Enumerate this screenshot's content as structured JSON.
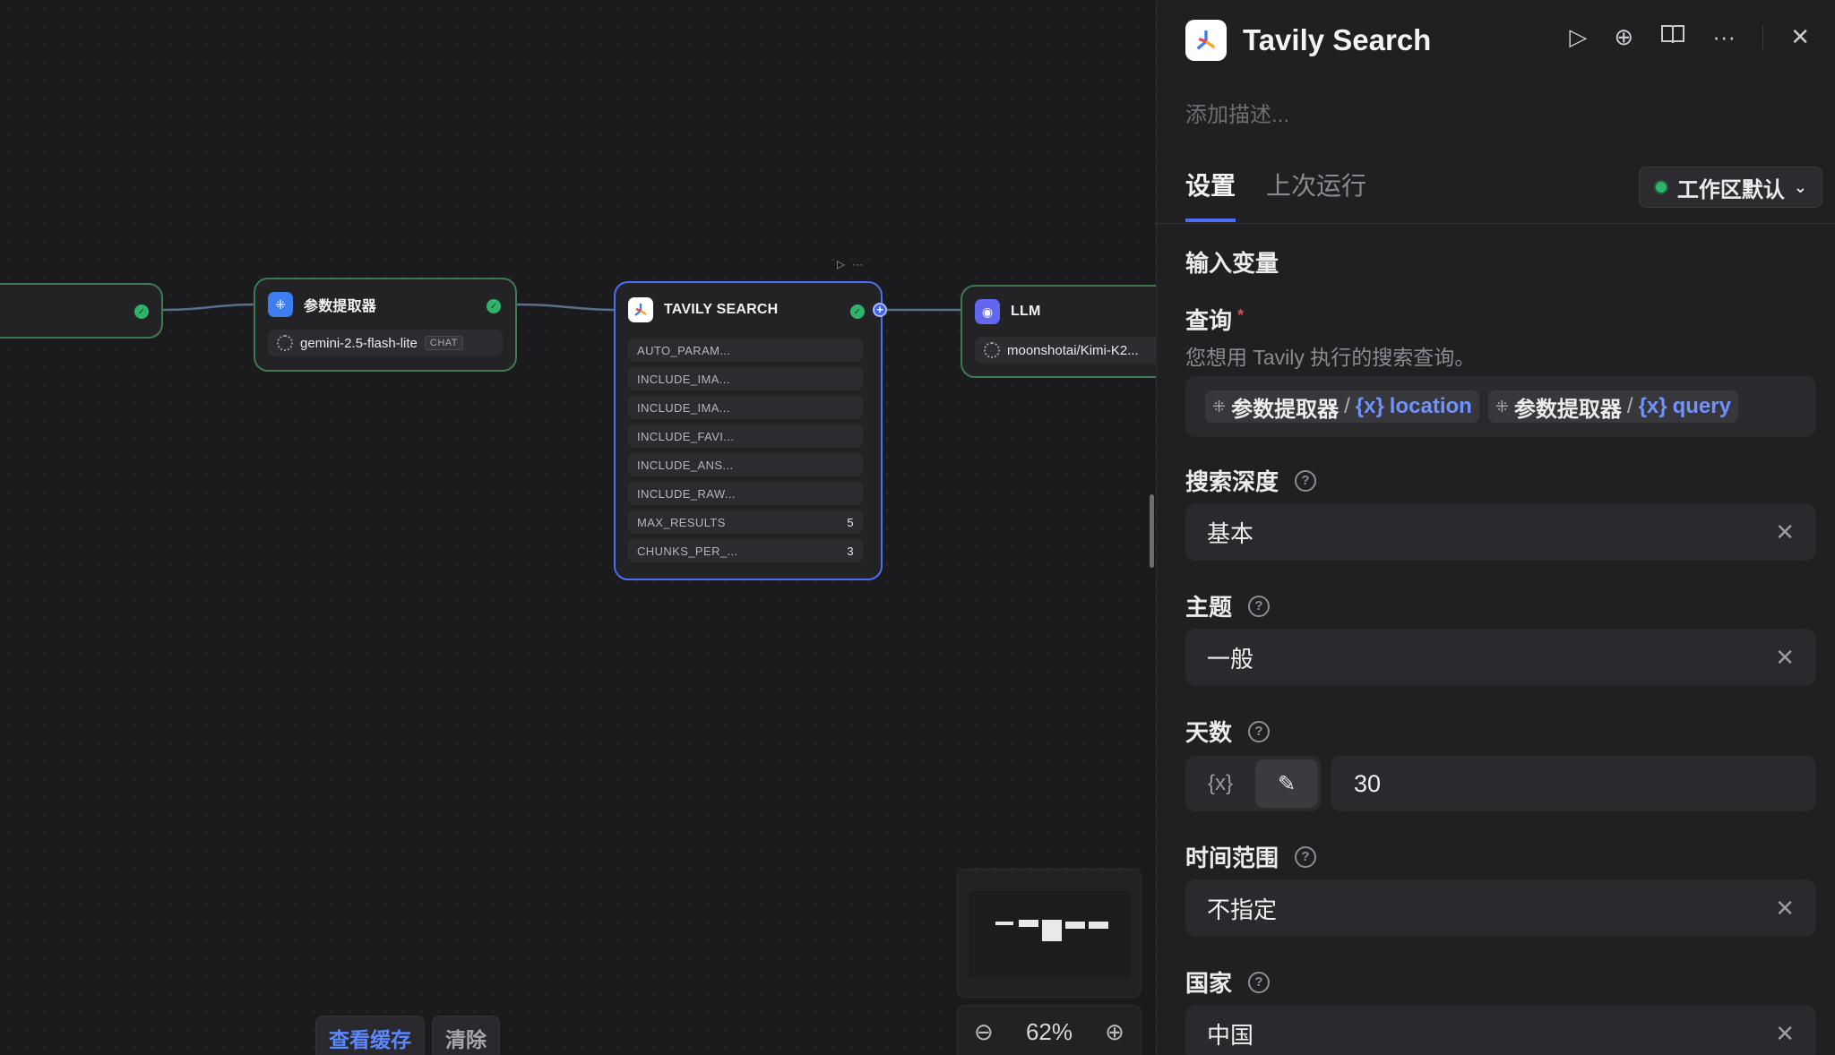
{
  "canvas": {
    "nodes": {
      "extractor": {
        "title": "参数提取器",
        "model": "gemini-2.5-flash-lite",
        "model_badge": "CHAT"
      },
      "tavily": {
        "title": "TAVILY SEARCH",
        "params": [
          {
            "name": "AUTO_PARAM...",
            "value": ""
          },
          {
            "name": "INCLUDE_IMA...",
            "value": ""
          },
          {
            "name": "INCLUDE_IMA...",
            "value": ""
          },
          {
            "name": "INCLUDE_FAVI...",
            "value": ""
          },
          {
            "name": "INCLUDE_ANS...",
            "value": ""
          },
          {
            "name": "INCLUDE_RAW...",
            "value": ""
          },
          {
            "name": "MAX_RESULTS",
            "value": "5"
          },
          {
            "name": "CHUNKS_PER_...",
            "value": "3"
          }
        ]
      },
      "llm": {
        "title": "LLM",
        "model": "moonshotai/Kimi-K2..."
      }
    },
    "zoom": "62%",
    "cache": {
      "view_label": "查看缓存",
      "clear_label": "清除"
    }
  },
  "panel": {
    "title": "Tavily Search",
    "description_placeholder": "添加描述...",
    "tabs": [
      {
        "label": "设置",
        "active": true
      },
      {
        "label": "上次运行",
        "active": false
      }
    ],
    "workspace": "工作区默认",
    "section_title": "输入变量",
    "query": {
      "label": "查询",
      "required_mark": "*",
      "hint": "您想用 Tavily 执行的搜索查询。",
      "refs": [
        {
          "node": "参数提取器",
          "sep": "/",
          "var_icon": "{x}",
          "var": "location"
        },
        {
          "node": "参数提取器",
          "sep": "/",
          "var_icon": "{x}",
          "var": "query"
        }
      ]
    },
    "search_depth": {
      "label": "搜索深度",
      "value": "基本"
    },
    "topic": {
      "label": "主题",
      "value": "一般"
    },
    "days": {
      "label": "天数",
      "var_toggle": "{x}",
      "value": "30"
    },
    "time_range": {
      "label": "时间范围",
      "value": "不指定"
    },
    "country": {
      "label": "国家",
      "value": "中国"
    }
  },
  "colors": {
    "accent": "#4c6ef5",
    "success": "#2fb36a",
    "node_border": "#3f7a52",
    "variable": "#6f92ff",
    "required": "#e5484d"
  }
}
